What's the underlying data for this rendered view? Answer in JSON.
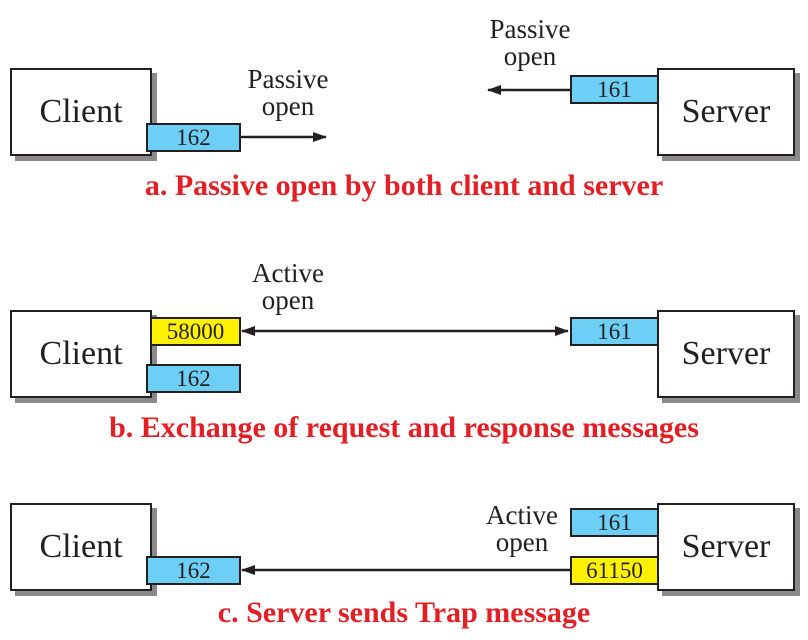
{
  "panels": [
    {
      "caption": "a. Passive open by both client and server",
      "client_label": "Client",
      "server_label": "Server",
      "client_port": "162",
      "server_port": "161",
      "client_open_label": [
        "Passive",
        "open"
      ],
      "server_open_label": [
        "Passive",
        "open"
      ]
    },
    {
      "caption": "b. Exchange of request and response messages",
      "client_label": "Client",
      "server_label": "Server",
      "client_ephemeral_port": "58000",
      "client_port": "162",
      "server_port": "161",
      "open_label": [
        "Active",
        "open"
      ]
    },
    {
      "caption": "c. Server sends Trap message",
      "client_label": "Client",
      "server_label": "Server",
      "client_port": "162",
      "server_port": "161",
      "server_ephemeral_port": "61150",
      "open_label": [
        "Active",
        "open"
      ]
    }
  ],
  "colors": {
    "well_known_port": "#6dcff6",
    "ephemeral_port": "#fff200",
    "caption": "#e31e24",
    "line": "#231f20"
  }
}
